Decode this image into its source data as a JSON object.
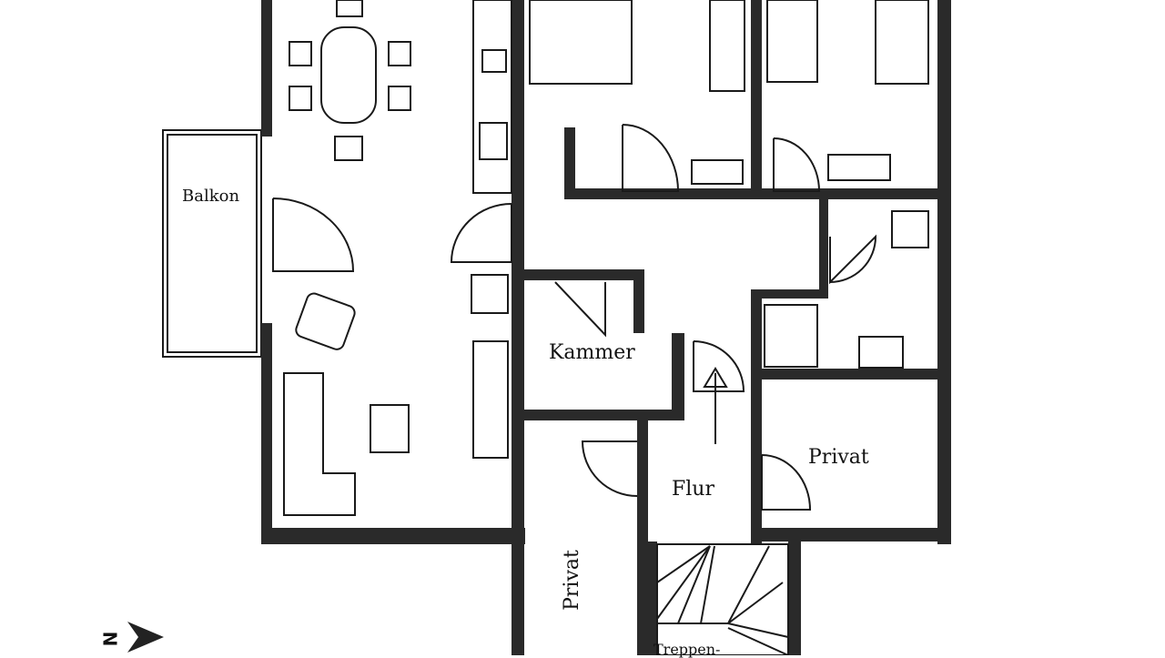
{
  "plan": {
    "rooms": {
      "balcony": "Balkon",
      "storage": "Kammer",
      "private_right": "Privat",
      "hallway": "Flur",
      "private_lower": "Privat",
      "stairs": "Treppen-"
    },
    "north_arrow": "N"
  }
}
